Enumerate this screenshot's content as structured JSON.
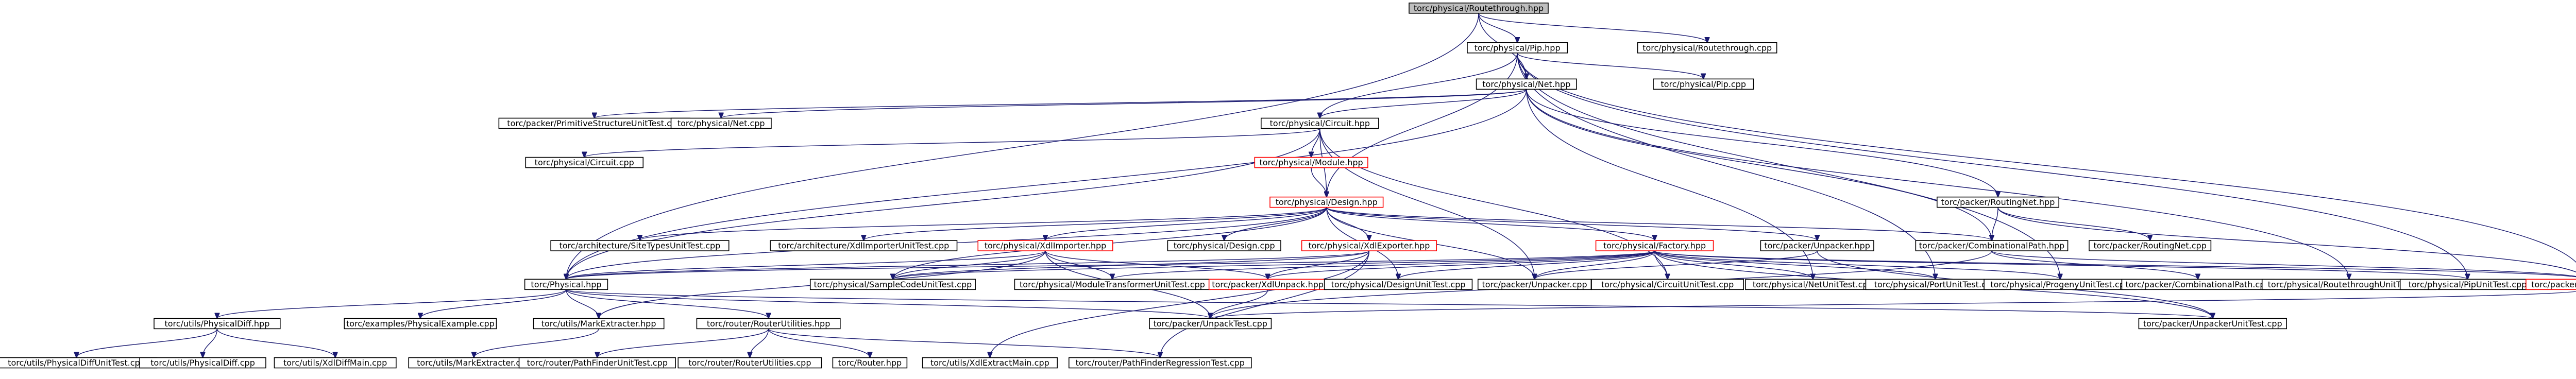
{
  "nodes": [
    {
      "id": "rt_hpp",
      "label": "torc/physical/Routethrough.hpp",
      "root": true
    },
    {
      "id": "pip_hpp",
      "label": "torc/physical/Pip.hpp"
    },
    {
      "id": "rt_cpp",
      "label": "torc/physical/Routethrough.cpp"
    },
    {
      "id": "net_hpp",
      "label": "torc/physical/Net.hpp"
    },
    {
      "id": "pip_cpp",
      "label": "torc/physical/Pip.cpp"
    },
    {
      "id": "prim_ut",
      "label": "torc/packer/PrimitiveStructureUnitTest.cpp"
    },
    {
      "id": "net_cpp",
      "label": "torc/physical/Net.cpp"
    },
    {
      "id": "circuit_hpp",
      "label": "torc/physical/Circuit.hpp"
    },
    {
      "id": "circuit_cpp",
      "label": "torc/physical/Circuit.cpp"
    },
    {
      "id": "module_hpp",
      "label": "torc/physical/Module.hpp",
      "red": true
    },
    {
      "id": "design_hpp",
      "label": "torc/physical/Design.hpp",
      "red": true
    },
    {
      "id": "routingnet_hpp",
      "label": "torc/packer/RoutingNet.hpp"
    },
    {
      "id": "sitetypes_ut",
      "label": "torc/architecture/SiteTypesUnitTest.cpp"
    },
    {
      "id": "xdlimp_ut",
      "label": "torc/architecture/XdlImporterUnitTest.cpp"
    },
    {
      "id": "xdlimp_hpp",
      "label": "torc/physical/XdlImporter.hpp",
      "red": true
    },
    {
      "id": "design_cpp",
      "label": "torc/physical/Design.cpp"
    },
    {
      "id": "xdlexp_hpp",
      "label": "torc/physical/XdlExporter.hpp",
      "red": true
    },
    {
      "id": "factory_hpp",
      "label": "torc/physical/Factory.hpp",
      "red": true
    },
    {
      "id": "unpacker_hpp",
      "label": "torc/packer/Unpacker.hpp"
    },
    {
      "id": "combpath_hpp",
      "label": "torc/packer/CombinationalPath.hpp"
    },
    {
      "id": "routingnet_cpp",
      "label": "torc/packer/RoutingNet.cpp"
    },
    {
      "id": "physical_hpp",
      "label": "torc/Physical.hpp"
    },
    {
      "id": "samplecode_ut",
      "label": "torc/physical/SampleCodeUnitTest.cpp"
    },
    {
      "id": "modtrans_ut",
      "label": "torc/physical/ModuleTransformerUnitTest.cpp"
    },
    {
      "id": "xdlunpack_hpp",
      "label": "torc/packer/XdlUnpack.hpp",
      "red": true
    },
    {
      "id": "design_ut",
      "label": "torc/physical/DesignUnitTest.cpp"
    },
    {
      "id": "unpacker_cpp",
      "label": "torc/packer/Unpacker.cpp"
    },
    {
      "id": "circuit_ut",
      "label": "torc/physical/CircuitUnitTest.cpp"
    },
    {
      "id": "net_ut",
      "label": "torc/physical/NetUnitTest.cpp"
    },
    {
      "id": "port_ut",
      "label": "torc/physical/PortUnitTest.cpp"
    },
    {
      "id": "progeny_ut",
      "label": "torc/physical/ProgenyUnitTest.cpp"
    },
    {
      "id": "combpath_cpp",
      "label": "torc/packer/CombinationalPath.cpp"
    },
    {
      "id": "rt_ut",
      "label": "torc/physical/RoutethroughUnitTest.cpp"
    },
    {
      "id": "pip_ut",
      "label": "torc/physical/PipUnitTest.cpp"
    },
    {
      "id": "rcfactory_hpp",
      "label": "torc/packer/RcFactory.hpp",
      "red": true
    },
    {
      "id": "physdiff_hpp",
      "label": "torc/utils/PhysicalDiff.hpp"
    },
    {
      "id": "physex_cpp",
      "label": "torc/examples/PhysicalExample.cpp"
    },
    {
      "id": "markext_hpp",
      "label": "torc/utils/MarkExtracter.hpp"
    },
    {
      "id": "routerutil_hpp",
      "label": "torc/router/RouterUtilities.hpp"
    },
    {
      "id": "unpack_ut",
      "label": "torc/packer/UnpackTest.cpp"
    },
    {
      "id": "unpacker_ut",
      "label": "torc/packer/UnpackerUnitTest.cpp"
    },
    {
      "id": "physdiff_ut",
      "label": "torc/utils/PhysicalDiffUnitTest.cpp"
    },
    {
      "id": "physdiff_cpp",
      "label": "torc/utils/PhysicalDiff.cpp"
    },
    {
      "id": "xdldiff_cpp",
      "label": "torc/utils/XdlDiffMain.cpp"
    },
    {
      "id": "markext_cpp",
      "label": "torc/utils/MarkExtracter.cpp"
    },
    {
      "id": "pathfinder_ut",
      "label": "torc/router/PathFinderUnitTest.cpp"
    },
    {
      "id": "routerutil_cpp",
      "label": "torc/router/RouterUtilities.cpp"
    },
    {
      "id": "router_hpp",
      "label": "torc/Router.hpp"
    },
    {
      "id": "xdlextract_cpp",
      "label": "torc/utils/XdlExtractMain.cpp"
    },
    {
      "id": "pathfinder_reg",
      "label": "torc/router/PathFinderRegressionTest.cpp"
    }
  ],
  "edges": [
    [
      "rt_hpp",
      "pip_hpp"
    ],
    [
      "rt_hpp",
      "rt_cpp"
    ],
    [
      "rt_hpp",
      "net_hpp"
    ],
    [
      "rt_hpp",
      "physical_hpp"
    ],
    [
      "pip_hpp",
      "pip_cpp"
    ],
    [
      "pip_hpp",
      "net_hpp"
    ],
    [
      "pip_hpp",
      "port_ut"
    ],
    [
      "pip_hpp",
      "progeny_ut"
    ],
    [
      "pip_hpp",
      "pip_ut"
    ],
    [
      "pip_hpp",
      "rcfactory_hpp"
    ],
    [
      "pip_hpp",
      "circuit_hpp"
    ],
    [
      "pip_hpp",
      "design_hpp"
    ],
    [
      "net_hpp",
      "prim_ut"
    ],
    [
      "net_hpp",
      "net_cpp"
    ],
    [
      "net_hpp",
      "circuit_hpp"
    ],
    [
      "net_hpp",
      "routingnet_hpp"
    ],
    [
      "net_hpp",
      "combpath_hpp"
    ],
    [
      "net_hpp",
      "net_ut"
    ],
    [
      "net_hpp",
      "rt_ut"
    ],
    [
      "net_hpp",
      "physical_hpp"
    ],
    [
      "circuit_hpp",
      "circuit_cpp"
    ],
    [
      "circuit_hpp",
      "module_hpp"
    ],
    [
      "circuit_hpp",
      "design_hpp"
    ],
    [
      "circuit_hpp",
      "unpacker_cpp"
    ],
    [
      "circuit_hpp",
      "circuit_ut"
    ],
    [
      "circuit_hpp",
      "physical_hpp"
    ],
    [
      "module_hpp",
      "design_hpp"
    ],
    [
      "design_hpp",
      "sitetypes_ut"
    ],
    [
      "design_hpp",
      "xdlimp_ut"
    ],
    [
      "design_hpp",
      "xdlimp_hpp"
    ],
    [
      "design_hpp",
      "design_cpp"
    ],
    [
      "design_hpp",
      "xdlexp_hpp"
    ],
    [
      "design_hpp",
      "factory_hpp"
    ],
    [
      "design_hpp",
      "unpacker_hpp"
    ],
    [
      "design_hpp",
      "physical_hpp"
    ],
    [
      "design_hpp",
      "samplecode_ut"
    ],
    [
      "design_hpp",
      "design_ut"
    ],
    [
      "design_hpp",
      "unpacker_cpp"
    ],
    [
      "design_hpp",
      "combpath_hpp"
    ],
    [
      "routingnet_hpp",
      "routingnet_cpp"
    ],
    [
      "routingnet_hpp",
      "combpath_hpp"
    ],
    [
      "routingnet_hpp",
      "rcfactory_hpp"
    ],
    [
      "xdlimp_hpp",
      "physical_hpp"
    ],
    [
      "xdlimp_hpp",
      "samplecode_ut"
    ],
    [
      "xdlimp_hpp",
      "modtrans_ut"
    ],
    [
      "xdlimp_hpp",
      "xdlunpack_hpp"
    ],
    [
      "xdlimp_hpp",
      "markext_hpp"
    ],
    [
      "xdlimp_hpp",
      "unpack_ut"
    ],
    [
      "xdlexp_hpp",
      "physical_hpp"
    ],
    [
      "xdlexp_hpp",
      "samplecode_ut"
    ],
    [
      "xdlexp_hpp",
      "xdlunpack_hpp"
    ],
    [
      "xdlexp_hpp",
      "xdlextract_cpp"
    ],
    [
      "xdlexp_hpp",
      "pathfinder_reg"
    ],
    [
      "factory_hpp",
      "physical_hpp"
    ],
    [
      "factory_hpp",
      "samplecode_ut"
    ],
    [
      "factory_hpp",
      "modtrans_ut"
    ],
    [
      "factory_hpp",
      "xdlunpack_hpp"
    ],
    [
      "factory_hpp",
      "design_ut"
    ],
    [
      "factory_hpp",
      "unpacker_cpp"
    ],
    [
      "factory_hpp",
      "circuit_ut"
    ],
    [
      "factory_hpp",
      "net_ut"
    ],
    [
      "factory_hpp",
      "port_ut"
    ],
    [
      "factory_hpp",
      "progeny_ut"
    ],
    [
      "factory_hpp",
      "pip_ut"
    ],
    [
      "factory_hpp",
      "rcfactory_hpp"
    ],
    [
      "factory_hpp",
      "unpacker_ut"
    ],
    [
      "unpacker_hpp",
      "unpacker_cpp"
    ],
    [
      "unpacker_hpp",
      "unpacker_ut"
    ],
    [
      "combpath_hpp",
      "combpath_cpp"
    ],
    [
      "combpath_hpp",
      "rcfactory_hpp"
    ],
    [
      "combpath_hpp",
      "unpack_ut"
    ],
    [
      "xdlunpack_hpp",
      "unpack_ut"
    ],
    [
      "rcfactory_hpp",
      "unpack_ut"
    ],
    [
      "physical_hpp",
      "physdiff_hpp"
    ],
    [
      "physical_hpp",
      "physex_cpp"
    ],
    [
      "physical_hpp",
      "markext_hpp"
    ],
    [
      "physical_hpp",
      "routerutil_hpp"
    ],
    [
      "physical_hpp",
      "unpack_ut"
    ],
    [
      "physical_hpp",
      "unpacker_ut"
    ],
    [
      "physdiff_hpp",
      "physdiff_ut"
    ],
    [
      "physdiff_hpp",
      "physdiff_cpp"
    ],
    [
      "physdiff_hpp",
      "xdldiff_cpp"
    ],
    [
      "markext_hpp",
      "markext_cpp"
    ],
    [
      "routerutil_hpp",
      "pathfinder_ut"
    ],
    [
      "routerutil_hpp",
      "routerutil_cpp"
    ],
    [
      "routerutil_hpp",
      "router_hpp"
    ],
    [
      "routerutil_hpp",
      "pathfinder_reg"
    ]
  ]
}
